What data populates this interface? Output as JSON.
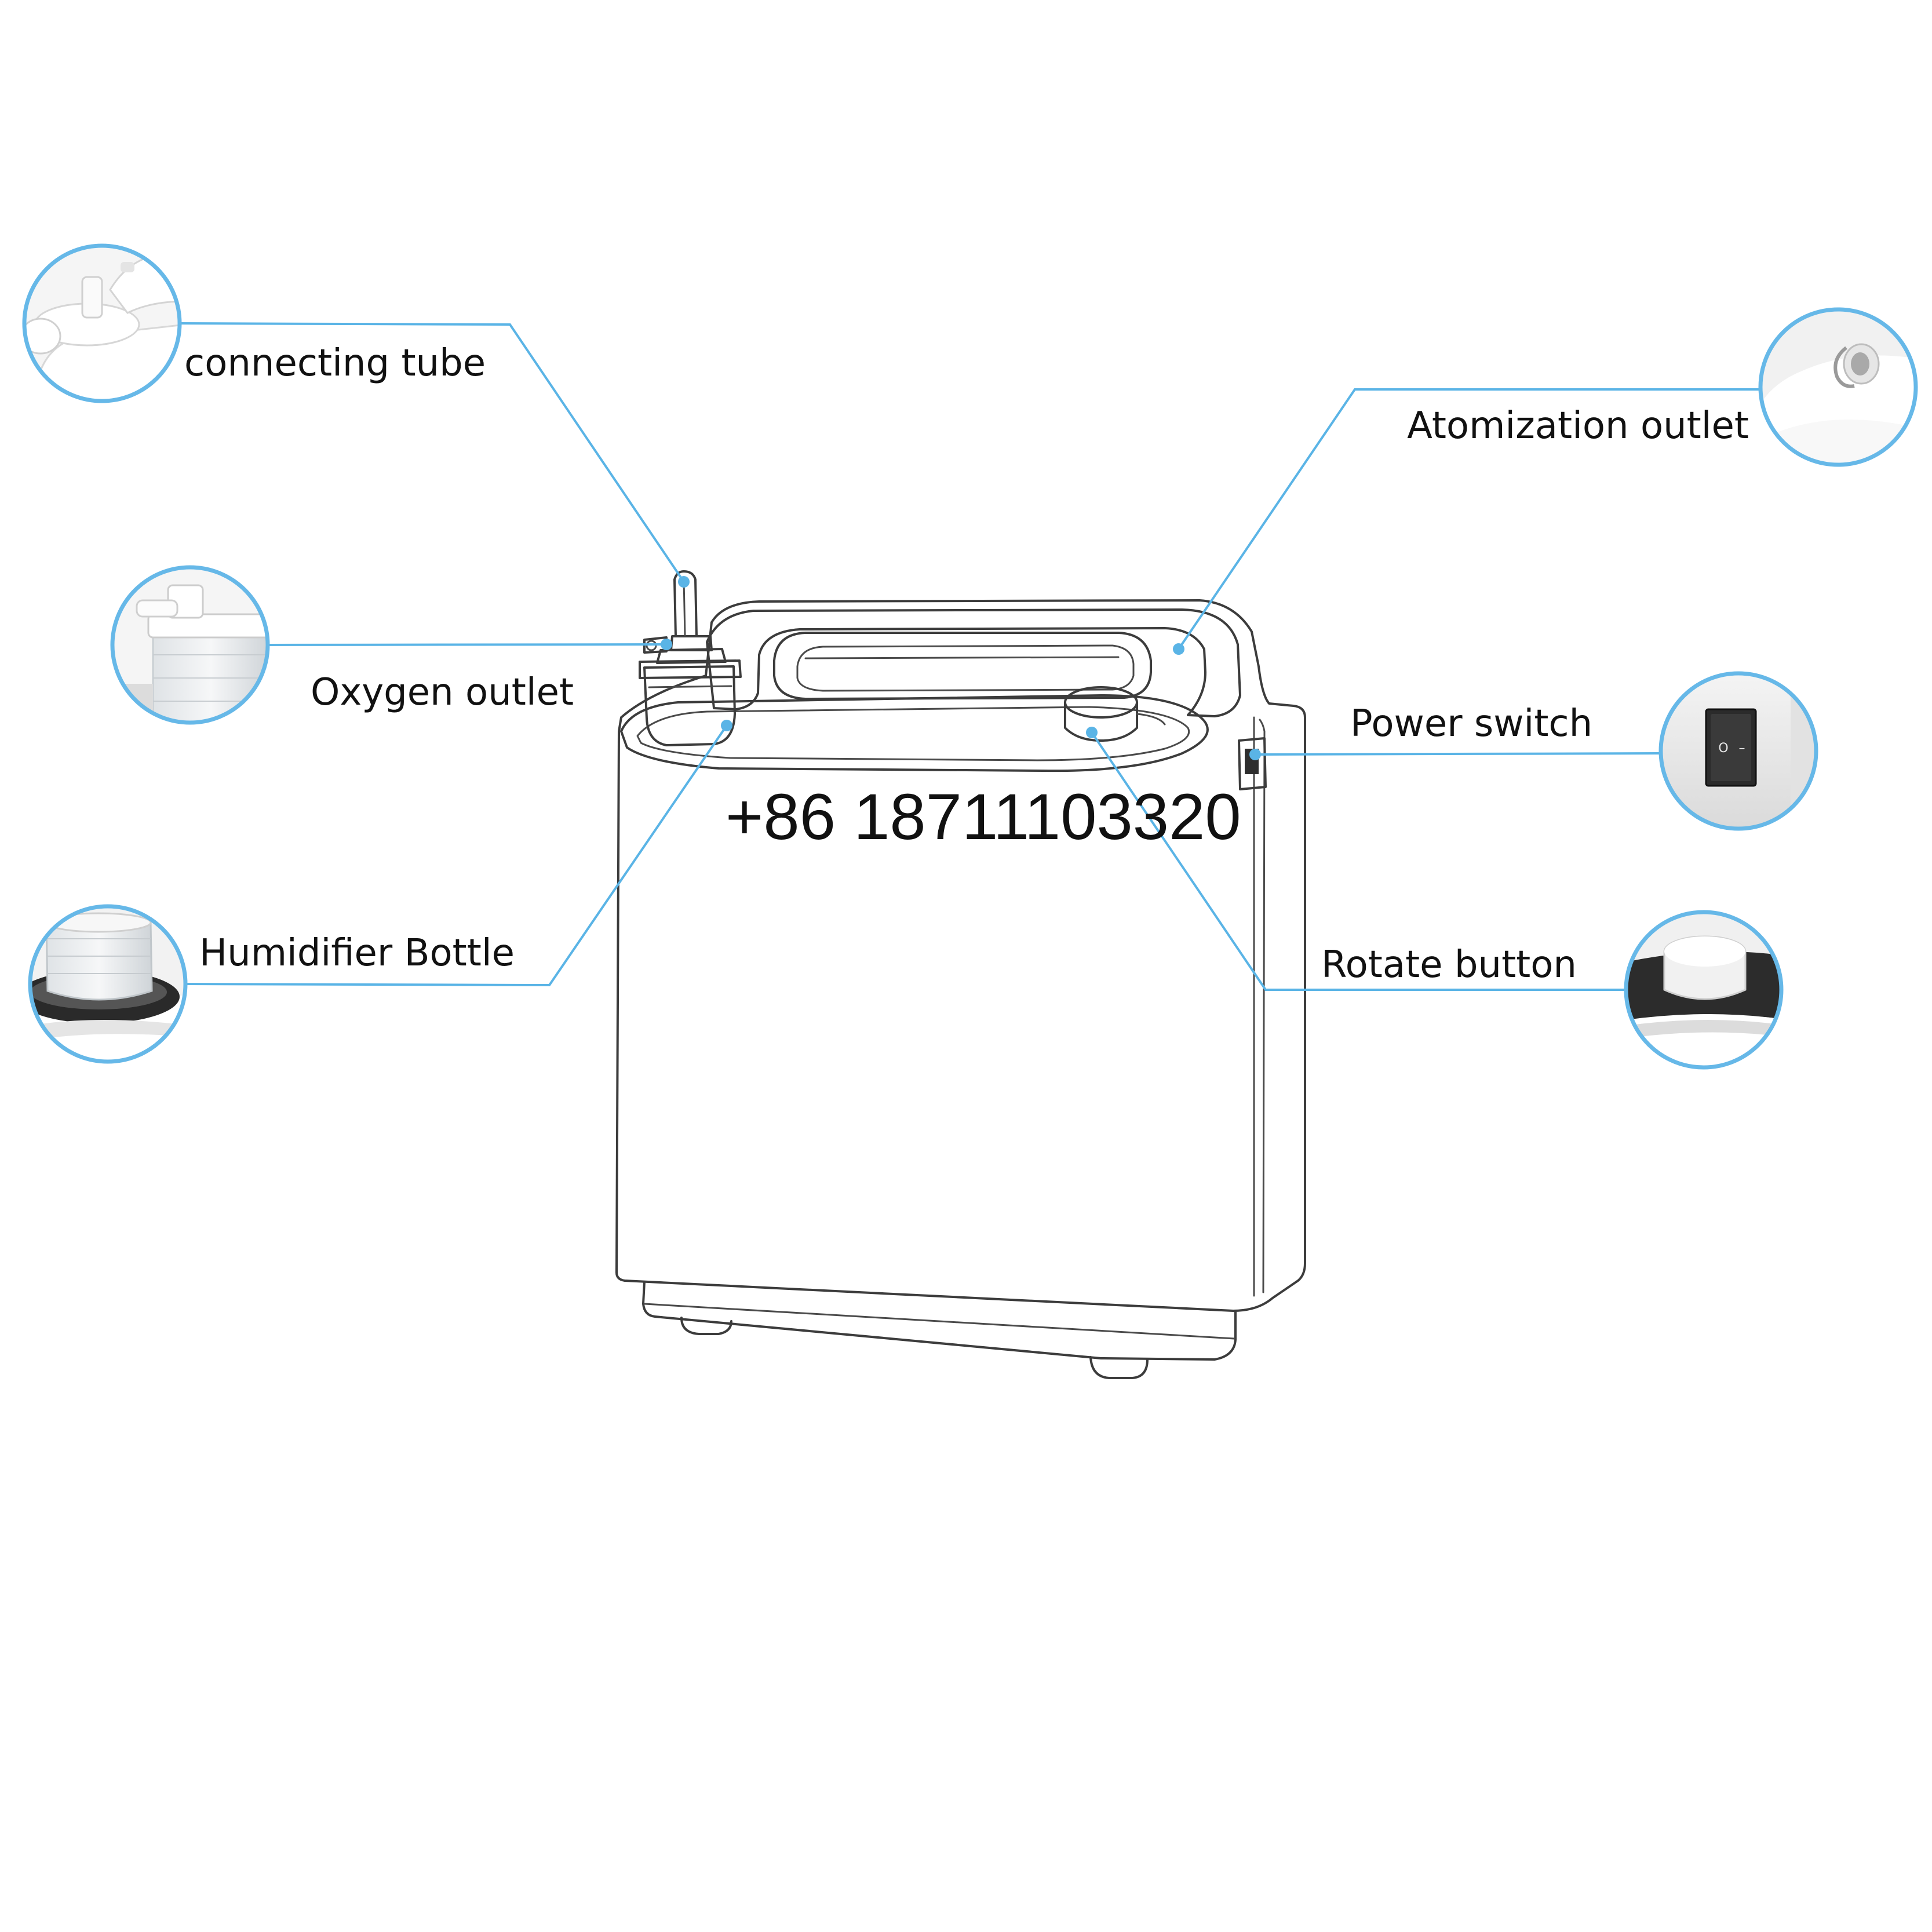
{
  "labels": {
    "connecting_tube": "connecting tube",
    "oxygen_outlet": "Oxygen outlet",
    "humidifier_bottle": "Humidifier Bottle",
    "atomization_outlet": "Atomization outlet",
    "power_switch": "Power switch",
    "rotate_button": "Rotate button"
  },
  "phone": "+86 18711103320",
  "switch_marks": {
    "off": "O",
    "on": "–"
  },
  "colors": {
    "leader": "#5ab4e6",
    "ring": "#66b8e8",
    "outline": "#3c3c3c",
    "text": "#111111"
  }
}
